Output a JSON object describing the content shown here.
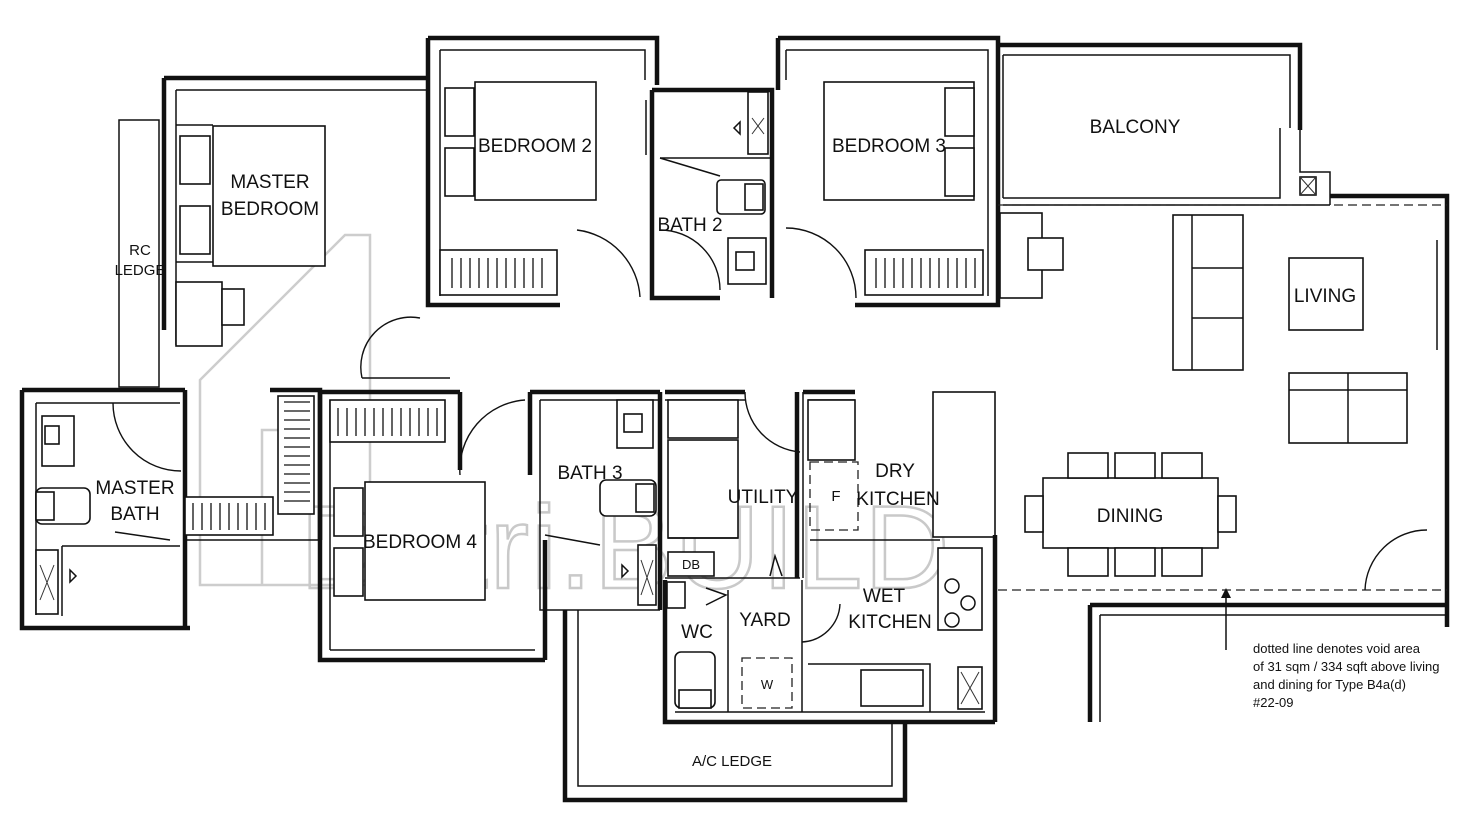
{
  "watermark": {
    "text": "Datri.BUILD"
  },
  "rooms": {
    "master_bedroom": [
      "MASTER",
      "BEDROOM"
    ],
    "rc_ledge": [
      "RC",
      "LEDGE"
    ],
    "bedroom_2": "BEDROOM 2",
    "bath_2": "BATH 2",
    "bedroom_3": "BEDROOM 3",
    "balcony": "BALCONY",
    "living": "LIVING",
    "master_bath": [
      "MASTER",
      "BATH"
    ],
    "bedroom_4": "BEDROOM 4",
    "bath_3": "BATH 3",
    "utility": "UTILITY",
    "db": "DB",
    "dry_kitchen": [
      "DRY",
      "KITCHEN"
    ],
    "fridge": "F",
    "dining": "DINING",
    "wc": "WC",
    "yard": "YARD",
    "washer": "W",
    "wet_kitchen": [
      "WET",
      "KITCHEN"
    ],
    "ac_ledge": "A/C LEDGE"
  },
  "note": {
    "lines": [
      "dotted line denotes void area",
      "of 31 sqm / 334 sqft above living",
      "and dining for Type B4a(d)",
      "#22-09"
    ]
  }
}
